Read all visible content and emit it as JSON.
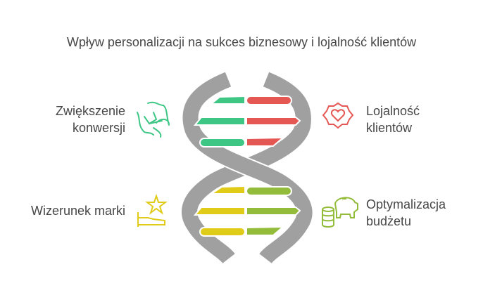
{
  "title": "Wpływ personalizacji na sukces biznesowy i lojalność klientów",
  "items": [
    {
      "label_1": "Zwiększenie",
      "label_2": "konwersji",
      "icon": "handshake-icon",
      "color": "#3ec685"
    },
    {
      "label_1": "Lojalność",
      "label_2": "klientów",
      "icon": "heart-badge-icon",
      "color": "#e55753"
    },
    {
      "label_1": "Wizerunek marki",
      "icon": "star-hand-icon",
      "color": "#dfcb18"
    },
    {
      "label_1": "Optymalizacja",
      "label_2": "budżetu",
      "icon": "piggy-bank-coins-icon",
      "color": "#93bc3a"
    }
  ],
  "helix_color": "#a0a0a0"
}
